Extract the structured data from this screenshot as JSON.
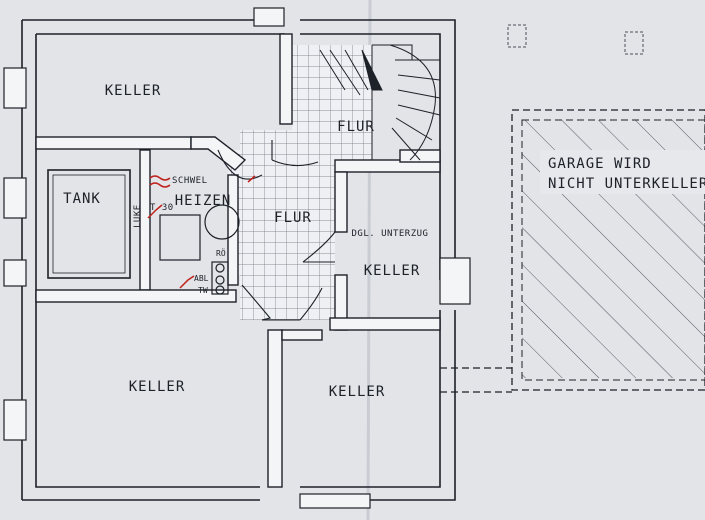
{
  "rooms": {
    "keller_nw": "KELLER",
    "flur_top": "FLUR",
    "tank": "TANK",
    "heizen": "HEIZEN",
    "flur_center": "FLUR",
    "keller_east": "KELLER",
    "keller_sw": "KELLER",
    "keller_south": "KELLER"
  },
  "annotations": {
    "luke": "LUKE",
    "schwel": "SCHWEL",
    "t30": "T 30",
    "ro": "RÖ",
    "abl": "ABL",
    "tw": "TW",
    "unterzug": "DGL. UNTERZUG"
  },
  "garage": {
    "line1": "GARAGE WIRD",
    "line2": "NICHT UNTERKELLERT"
  },
  "colors": {
    "paper": "#e6e8ec",
    "ink": "#1d2128",
    "wall_fill": "#f4f5f7",
    "marker_red": "#c0221c"
  }
}
